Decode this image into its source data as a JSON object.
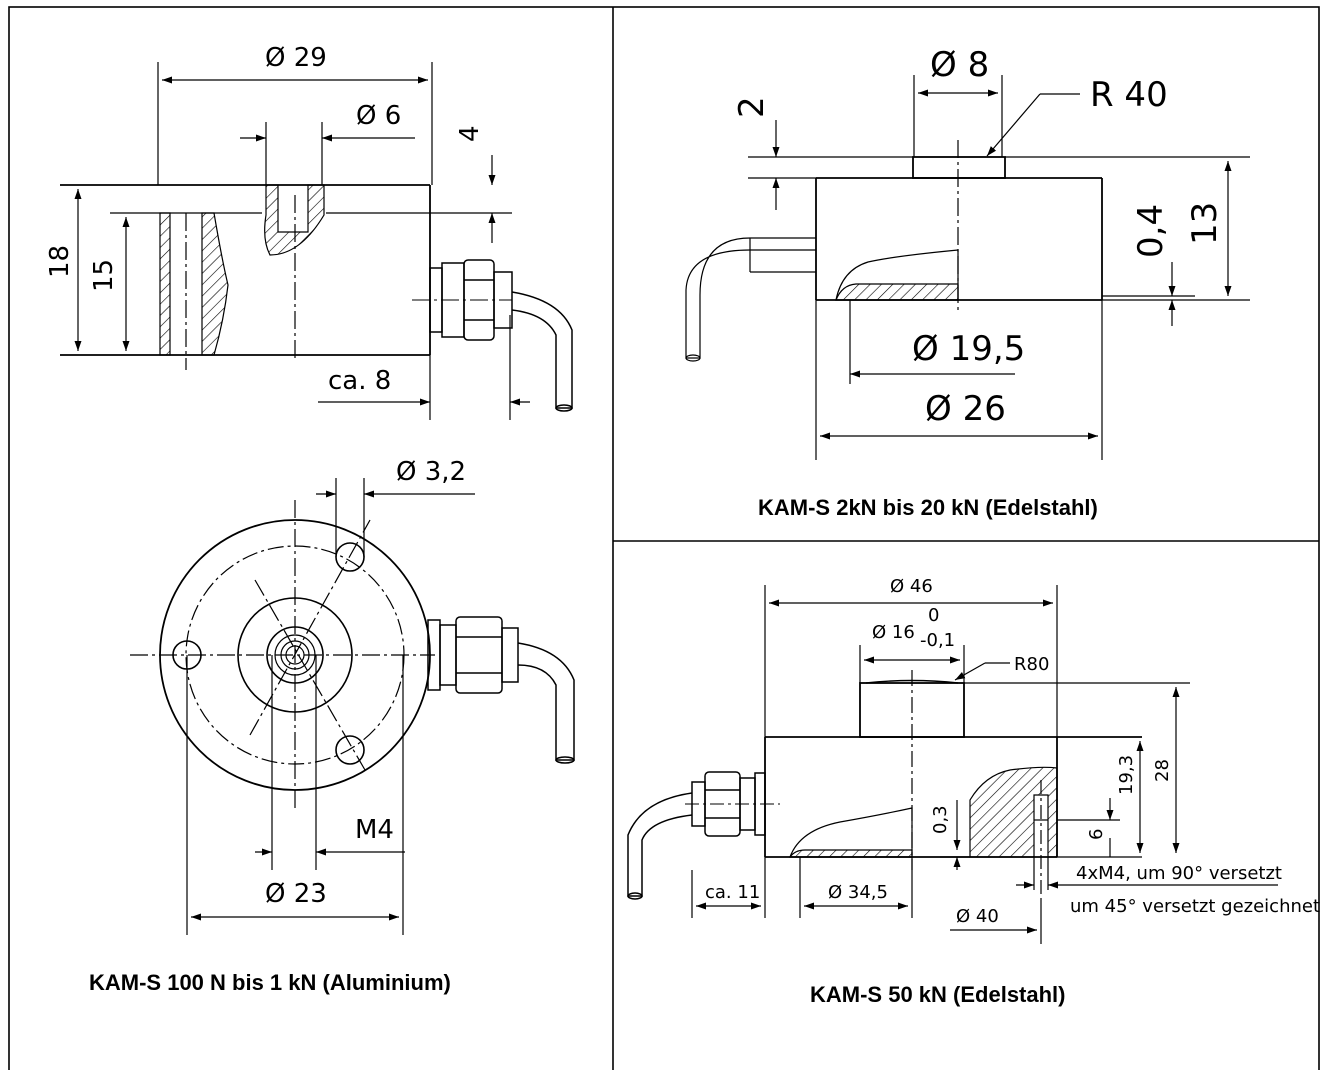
{
  "colors": {
    "ink": "#000000",
    "paper": "#ffffff"
  },
  "panels": {
    "aluminium": {
      "caption": "KAM-S 100 N bis 1 kN (Aluminium)",
      "dims": {
        "d29": "Ø 29",
        "d6": "Ø 6",
        "h4": "4",
        "h18": "18",
        "h15": "15",
        "ca8": "ca. 8",
        "d32": "Ø 3,2",
        "m4": "M4",
        "d23": "Ø 23"
      }
    },
    "steel20": {
      "caption": "KAM-S 2kN bis 20 kN (Edelstahl)",
      "dims": {
        "d8": "Ø 8",
        "r40": "R 40",
        "h2": "2",
        "h04": "0,4",
        "h13": "13",
        "d195": "Ø 19,5",
        "d26": "Ø 26"
      }
    },
    "steel50": {
      "caption": "KAM-S 50 kN (Edelstahl)",
      "dims": {
        "d46": "Ø 46",
        "d16": "Ø 16",
        "tol_upper": "0",
        "tol_lower": "-0,1",
        "r80": "R80",
        "h28": "28",
        "h193": "19,3",
        "h03": "0,3",
        "h6": "6",
        "thread_note": "4xM4, um 90° versetzt",
        "drawn_note": "um 45° versetzt gezeichnet",
        "ca11": "ca. 11",
        "d345": "Ø 34,5",
        "d40": "Ø 40"
      }
    }
  }
}
